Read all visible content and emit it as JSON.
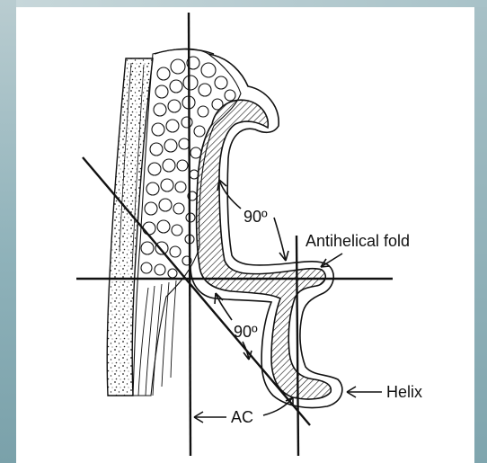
{
  "labels": {
    "angle_top": "90º",
    "angle_bottom": "90º",
    "antihelical_fold": "Antihelical fold",
    "helix": "Helix",
    "ac": "AC"
  },
  "colors": {
    "frame": "#8fb2ba",
    "panel": "#ffffff",
    "ink": "#111111"
  }
}
